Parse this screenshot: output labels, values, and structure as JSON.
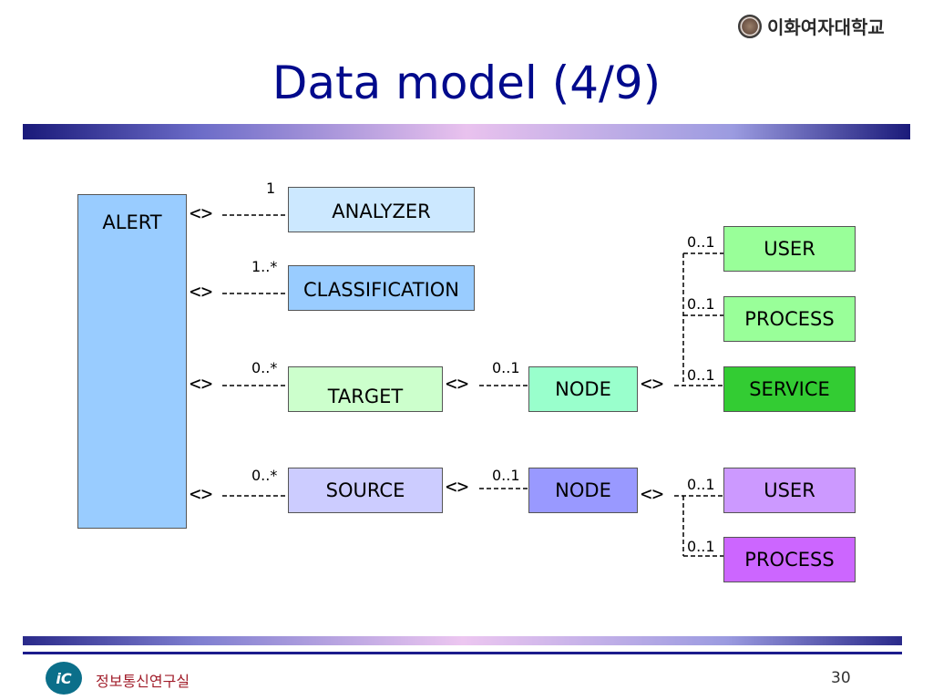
{
  "header": {
    "university": "이화여자대학교",
    "title": "Data model (4/9)"
  },
  "diagram": {
    "alert": "ALERT",
    "analyzer": "ANALYZER",
    "classification": "CLASSIFICATION",
    "target": "TARGET",
    "source": "SOURCE",
    "node_target": "NODE",
    "node_source": "NODE",
    "user_1": "USER",
    "process_1": "PROCESS",
    "service": "SERVICE",
    "user_2": "USER",
    "process_2": "PROCESS",
    "mult_analyzer": "1",
    "mult_classification": "1..*",
    "mult_target": "0..*",
    "mult_source": "0..*",
    "mult_node_target": "0..1",
    "mult_node_source": "0..1",
    "mult_user_1": "0..1",
    "mult_process_1": "0..1",
    "mult_service": "0..1",
    "mult_user_2": "0..1",
    "mult_process_2": "0..1",
    "aggregation_symbol": "<>",
    "colors": {
      "alert": "#99ccff",
      "analyzer": "#cce8ff",
      "classification": "#99ccff",
      "target": "#ccffcc",
      "source": "#ccccff",
      "node_target": "#99ffcc",
      "node_source": "#9999ff",
      "user_1": "#99ff99",
      "process_1": "#99ff99",
      "service": "#33cc33",
      "user_2": "#cc99ff",
      "process_2": "#cc66ff"
    }
  },
  "footer": {
    "lab_logo": "iC",
    "lab_name": "정보통신연구실",
    "page_number": "30"
  }
}
